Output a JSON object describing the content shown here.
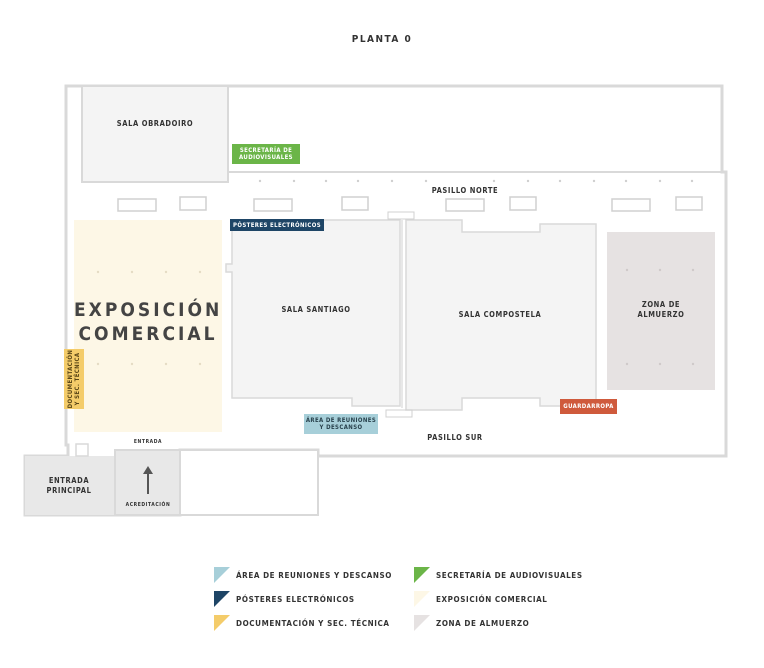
{
  "page_title": "PLANTA 0",
  "colors": {
    "wall": "#d9d9d9",
    "room": "#f4f4f4",
    "expo": "#fdf7e6",
    "lunch": "#e6e2e2",
    "reuniones": "#a7cfd9",
    "posteres": "#1e4566",
    "documentacion": "#f4cc6a",
    "secretaria": "#6bb548",
    "guardarropa": "#cf5a3c"
  },
  "rooms": {
    "obradoiro": "SALA OBRADOIRO",
    "santiago": "SALA SANTIAGO",
    "compostela": "SALA COMPOSTELA",
    "almuerzo": "ZONA DE ALMUERZO",
    "expo_line1": "EXPOSICIÓN",
    "expo_line2": "COMERCIAL",
    "entrada_principal": "ENTRADA PRINCIPAL"
  },
  "corridors": {
    "norte": "PASILLO NORTE",
    "sur": "PASILLO SUR",
    "entrada": "ENTRADA",
    "acreditacion": "ACREDITACIÓN"
  },
  "tags": {
    "secretaria": "SECRETARÍA DE AUDIOVISUALES",
    "posteres": "PÓSTERES ELECTRÓNICOS",
    "reuniones": "ÁREA DE REUNIONES Y DESCANSO",
    "guardarropa": "GUARDARROPA",
    "documentacion": "DOCUMENTACIÓN Y SEC. TÉCNICA"
  },
  "legend": [
    {
      "label": "ÁREA DE REUNIONES Y DESCANSO",
      "color": "#a7cfd9"
    },
    {
      "label": "PÓSTERES ELECTRÓNICOS",
      "color": "#1e4566"
    },
    {
      "label": "DOCUMENTACIÓN Y SEC. TÉCNICA",
      "color": "#f4cc6a"
    },
    {
      "label": "SECRETARÍA DE AUDIOVISUALES",
      "color": "#6bb548"
    },
    {
      "label": "EXPOSICIÓN COMERCIAL",
      "color": "#fdf7e6"
    },
    {
      "label": "ZONA DE ALMUERZO",
      "color": "#e6e2e2"
    }
  ]
}
